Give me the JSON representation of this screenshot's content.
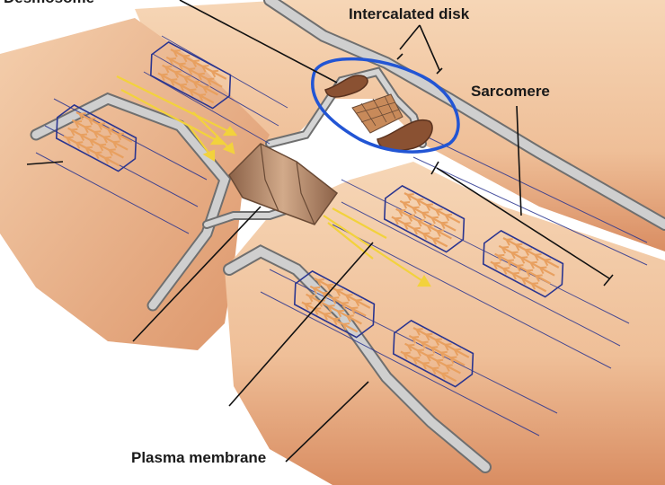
{
  "labels": {
    "desmosome": "Desmosome",
    "intercalated_disk": "Intercalated disk",
    "sarcomere": "Sarcomere",
    "plasma_membrane": "Plasma membrane"
  },
  "colors": {
    "background": "#ffffff",
    "cell_fill": "#f1c6a2",
    "cell_shadow": "#d78f66",
    "membrane": "#c2c2c2",
    "membrane_edge": "#6f6f6f",
    "myofilament": "#2a3590",
    "actin": "#e8a060",
    "arrows": "#f2d23c",
    "gap_junction": "#b88b6a",
    "desmosome": "#8a5132",
    "annotation_circle": "#2255d4",
    "leader_lines": "#111111"
  }
}
